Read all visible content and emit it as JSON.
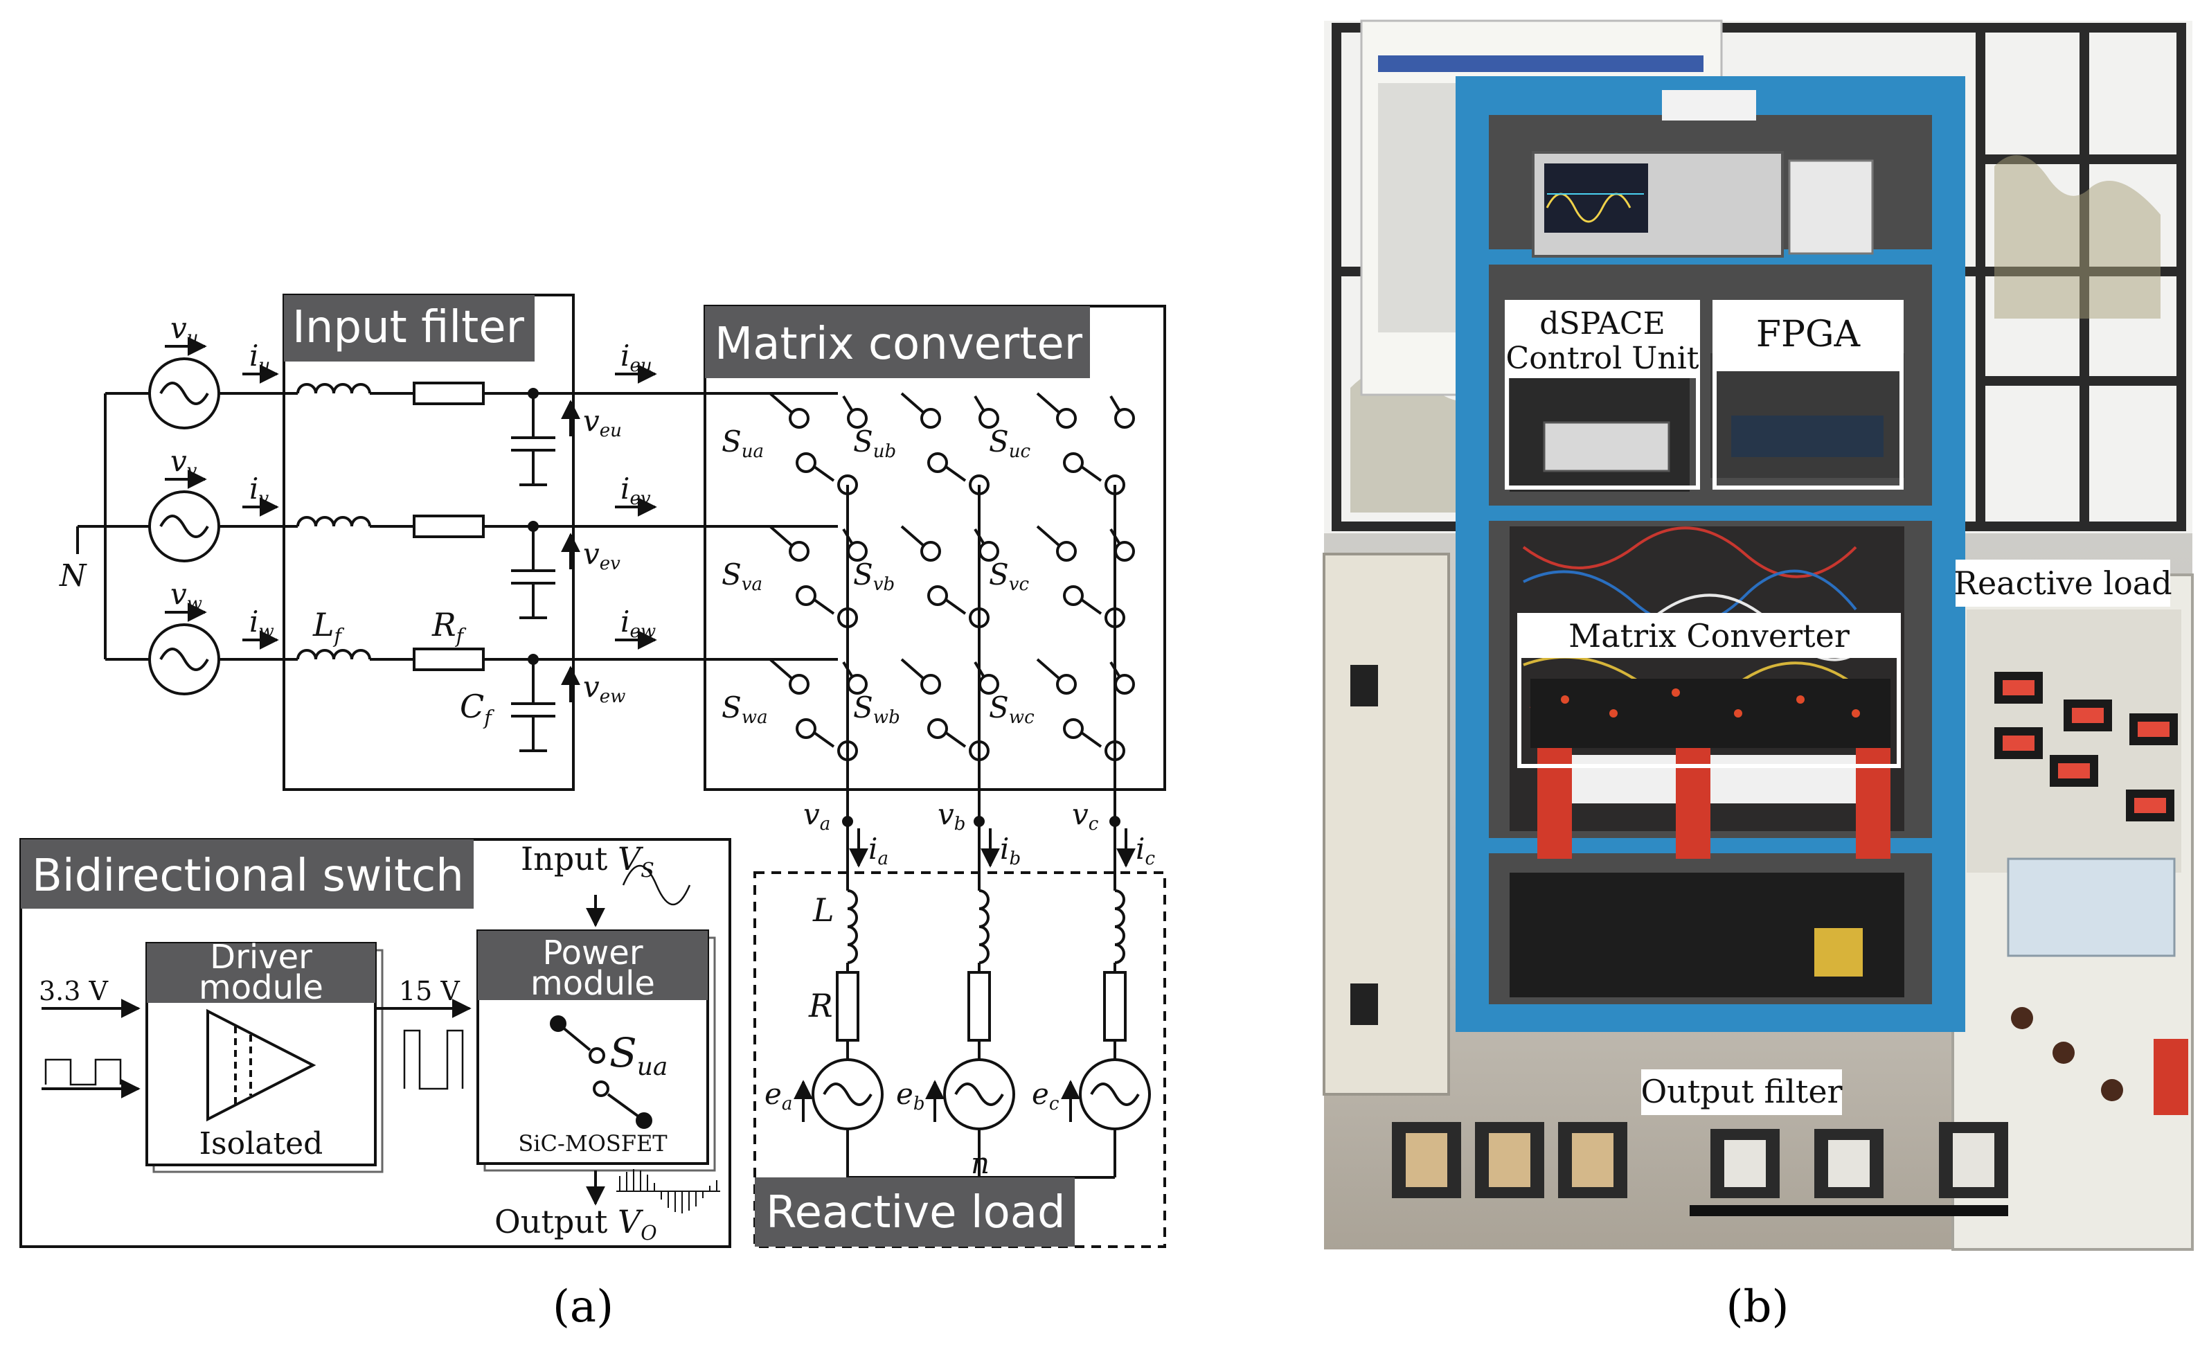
{
  "panel_a": {
    "caption": "(a)",
    "input_filter": {
      "title": "Input filter",
      "inductor": "L",
      "inductor_sub": "f",
      "resistor": "R",
      "resistor_sub": "f",
      "capacitor": "C",
      "capacitor_sub": "f"
    },
    "matrix_converter": {
      "title": "Matrix converter"
    },
    "neutral": "N",
    "phases": [
      {
        "source": "v",
        "sub": "u",
        "current": "i",
        "current_sub": "u",
        "ie": "i",
        "ie_sub": "eu",
        "ve": "v",
        "ve_sub": "eu"
      },
      {
        "source": "v",
        "sub": "v",
        "current": "i",
        "current_sub": "v",
        "ie": "i",
        "ie_sub": "ev",
        "ve": "v",
        "ve_sub": "ev"
      },
      {
        "source": "v",
        "sub": "w",
        "current": "i",
        "current_sub": "w",
        "ie": "i",
        "ie_sub": "ew",
        "ve": "v",
        "ve_sub": "ew"
      }
    ],
    "switches": [
      [
        "ua",
        "ub",
        "uc"
      ],
      [
        "va",
        "vb",
        "vc"
      ],
      [
        "wa",
        "wb",
        "wc"
      ]
    ],
    "switch_symbol": "S",
    "outputs": [
      {
        "v": "v",
        "v_sub": "a",
        "i": "i",
        "i_sub": "a",
        "e": "e",
        "e_sub": "a"
      },
      {
        "v": "v",
        "v_sub": "b",
        "i": "i",
        "i_sub": "b",
        "e": "e",
        "e_sub": "b"
      },
      {
        "v": "v",
        "v_sub": "c",
        "i": "i",
        "i_sub": "c",
        "e": "e",
        "e_sub": "c"
      }
    ],
    "load_L": "L",
    "load_R": "R",
    "neutral_n": "n",
    "reactive_load": {
      "title": "Reactive load"
    },
    "bidirectional_switch": {
      "title": "Bidirectional switch",
      "input_label": "Input",
      "input_symbol": "V",
      "input_sub": "S",
      "driver_line1": "Driver",
      "driver_line2": "module",
      "driver_note": "Isolated",
      "power_line1": "Power",
      "power_line2": "module",
      "power_note": "SiC-MOSFET",
      "switch_symbol": "S",
      "switch_sub": "ua",
      "in_voltage": "3.3 V",
      "mid_voltage": "15 V",
      "output_label": "Output",
      "output_symbol": "V",
      "output_sub": "O"
    }
  },
  "panel_b": {
    "caption": "(b)",
    "labels": {
      "dspace_line1": "dSPACE",
      "dspace_line2": "Control Unit",
      "fpga": "FPGA",
      "matrix": "Matrix Converter",
      "reactive": "Reactive load",
      "output_filter": "Output filter"
    }
  },
  "colors": {
    "header_bg": "#5a5a5c",
    "rack_blue": "#2f8bc4",
    "line": "#111111"
  }
}
